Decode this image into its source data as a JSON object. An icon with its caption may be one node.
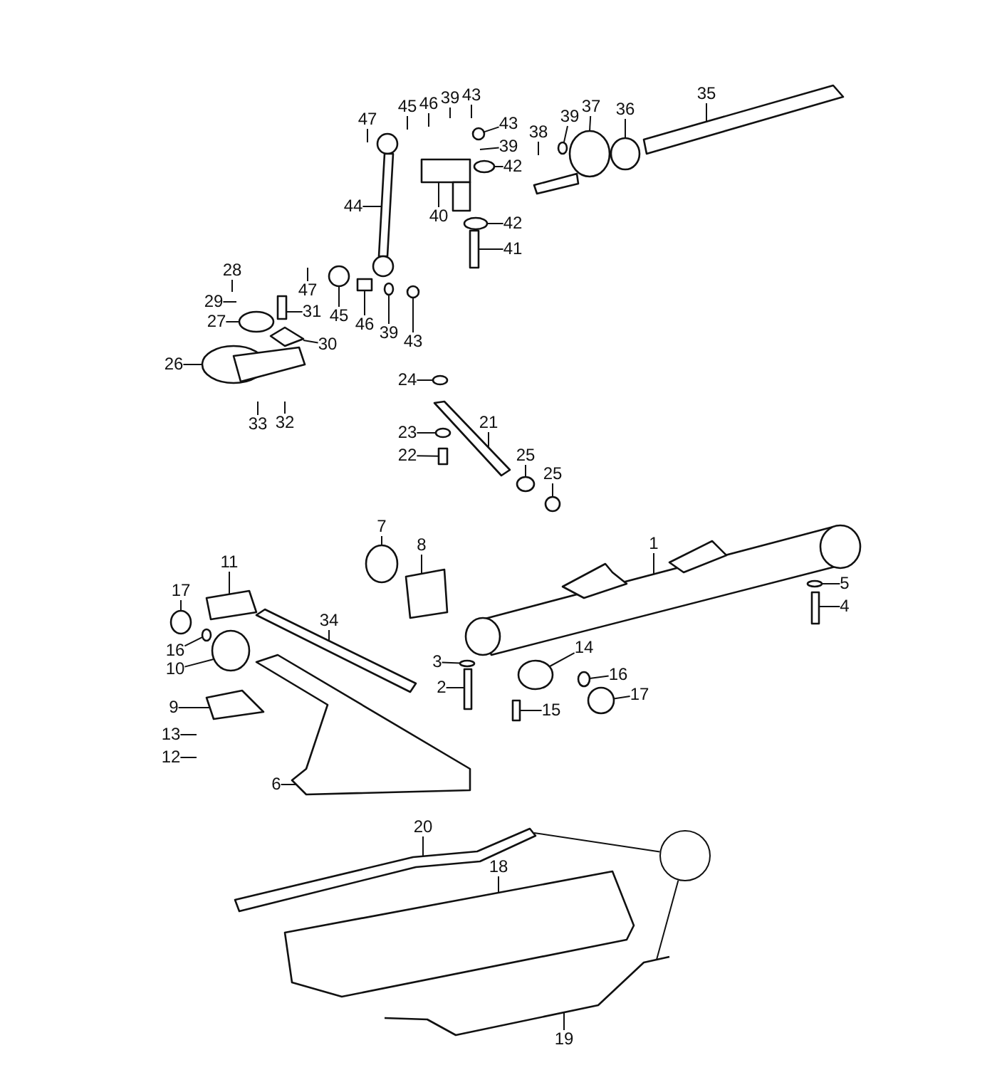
{
  "diagram": {
    "nodes": [
      {
        "text": [
          "47"
        ]
      },
      {
        "text": [
          "45"
        ]
      },
      {
        "text": [
          "46"
        ]
      },
      {
        "text": [
          "39"
        ]
      },
      {
        "text": [
          "43"
        ]
      },
      {
        "text": [
          "43"
        ]
      },
      {
        "text": [
          "39"
        ]
      },
      {
        "text": [
          "42"
        ]
      },
      {
        "text": [
          "40"
        ]
      },
      {
        "text": [
          "42"
        ]
      },
      {
        "text": [
          "41"
        ]
      },
      {
        "text": [
          "38"
        ]
      },
      {
        "text": [
          "39"
        ]
      },
      {
        "text": [
          "37"
        ]
      },
      {
        "text": [
          "36"
        ]
      },
      {
        "text": [
          "35"
        ]
      },
      {
        "text": [
          "44"
        ]
      },
      {
        "text": [
          "47"
        ]
      },
      {
        "text": [
          "45"
        ]
      },
      {
        "text": [
          "46"
        ]
      },
      {
        "text": [
          "39"
        ]
      },
      {
        "text": [
          "43"
        ]
      },
      {
        "text": [
          "28"
        ]
      },
      {
        "text": [
          "29"
        ]
      },
      {
        "text": [
          "27"
        ]
      },
      {
        "text": [
          "31"
        ]
      },
      {
        "text": [
          "30"
        ]
      },
      {
        "text": [
          "26"
        ]
      },
      {
        "text": [
          "33"
        ]
      },
      {
        "text": [
          "32"
        ]
      },
      {
        "text": [
          "24"
        ]
      },
      {
        "text": [
          "23"
        ]
      },
      {
        "text": [
          "22"
        ]
      },
      {
        "text": [
          "21"
        ]
      },
      {
        "text": [
          "25"
        ]
      },
      {
        "text": [
          "25"
        ]
      },
      {
        "text": [
          "7"
        ]
      },
      {
        "text": [
          "8"
        ]
      },
      {
        "text": [
          "1"
        ]
      },
      {
        "text": [
          "5"
        ]
      },
      {
        "text": [
          "4"
        ]
      },
      {
        "text": [
          "11"
        ]
      },
      {
        "text": [
          "17"
        ]
      },
      {
        "text": [
          "34"
        ]
      },
      {
        "text": [
          "16"
        ]
      },
      {
        "text": [
          "10"
        ]
      },
      {
        "text": [
          "14"
        ]
      },
      {
        "text": [
          "16"
        ]
      },
      {
        "text": [
          "17"
        ]
      },
      {
        "text": [
          "3"
        ]
      },
      {
        "text": [
          "2"
        ]
      },
      {
        "text": [
          "15"
        ]
      },
      {
        "text": [
          "9"
        ]
      },
      {
        "text": [
          "13"
        ]
      },
      {
        "text": [
          "12"
        ]
      },
      {
        "text": [
          "6"
        ]
      },
      {
        "text": [
          "20"
        ]
      },
      {
        "text": [
          "18"
        ]
      },
      {
        "text": [],
        "shape": "circle"
      },
      {
        "text": [
          "19"
        ]
      },
      {
        "text": [],
        "shape": "circle"
      },
      {
        "text": [],
        "shape": "circle"
      },
      {
        "text": [],
        "shape": "circle"
      },
      {
        "text": [],
        "shape": "circle"
      },
      {
        "text": [],
        "shape": "circle"
      },
      {
        "text": [],
        "shape": "circle"
      },
      {
        "text": [],
        "shape": "circle"
      },
      {
        "text": [],
        "shape": "circle"
      },
      {
        "text": [],
        "shape": "circle"
      },
      {
        "text": [],
        "shape": "circle"
      },
      {
        "text": [],
        "shape": "circle"
      },
      {
        "text": [],
        "shape": "box"
      },
      {
        "text": [],
        "shape": "circle"
      },
      {
        "text": [],
        "shape": "circle"
      },
      {
        "text": [],
        "shape": "circle"
      },
      {
        "text": [],
        "shape": "circle"
      },
      {
        "text": [],
        "shape": "bar"
      },
      {
        "text": [],
        "shape": "bar"
      },
      {
        "text": [],
        "shape": "box"
      },
      {
        "text": [],
        "shape": "circle"
      },
      {
        "text": [],
        "shape": "bar"
      },
      {
        "text": [],
        "shape": "picture"
      },
      {
        "text": [],
        "shape": "box"
      },
      {
        "text": [],
        "shape": "bar"
      },
      {
        "text": [],
        "shape": "bar"
      },
      {
        "text": [],
        "shape": "circle"
      },
      {
        "text": [],
        "shape": "circle"
      },
      {
        "text": [],
        "shape": "bar"
      },
      {
        "text": [],
        "shape": "picture"
      },
      {
        "text": [],
        "shape": "circle"
      },
      {
        "text": [],
        "shape": "box"
      },
      {
        "text": [],
        "shape": "bar"
      },
      {
        "text": [],
        "shape": "picture"
      },
      {
        "text": [],
        "shape": "circle"
      },
      {
        "text": [],
        "shape": "box"
      },
      {
        "text": [],
        "shape": "box"
      },
      {
        "text": [],
        "shape": "circle"
      },
      {
        "text": [],
        "shape": "bar"
      },
      {
        "text": [],
        "shape": "circle"
      },
      {
        "text": [],
        "shape": "bar"
      },
      {
        "text": [],
        "shape": "bar"
      },
      {
        "text": [],
        "shape": "circle"
      },
      {
        "text": [],
        "shape": "bar"
      },
      {
        "text": [],
        "shape": "picture"
      },
      {
        "text": [],
        "shape": "bar"
      }
    ],
    "edges": [
      {
        "from": 0,
        "to": null,
        "arrow": "none"
      },
      {
        "from": 1,
        "to": null,
        "arrow": "none"
      },
      {
        "from": 2,
        "to": null,
        "arrow": "none"
      },
      {
        "from": 3,
        "to": null,
        "arrow": "none"
      },
      {
        "from": 4,
        "to": null,
        "arrow": "none"
      },
      {
        "from": 5,
        "to": 74,
        "arrow": "none"
      },
      {
        "from": 6,
        "to": null,
        "arrow": "none"
      },
      {
        "from": 7,
        "to": 60,
        "arrow": "none"
      },
      {
        "from": 8,
        "to": 78,
        "arrow": "none"
      },
      {
        "from": 9,
        "to": 61,
        "arrow": "none"
      },
      {
        "from": 10,
        "to": 80,
        "arrow": "none"
      },
      {
        "from": 11,
        "to": null,
        "arrow": "none"
      },
      {
        "from": 12,
        "to": 75,
        "arrow": "none"
      },
      {
        "from": 13,
        "to": 79,
        "arrow": "none"
      },
      {
        "from": 14,
        "to": 62,
        "arrow": "none"
      },
      {
        "from": 15,
        "to": 76,
        "arrow": "none"
      },
      {
        "from": 16,
        "to": 77,
        "arrow": "none"
      },
      {
        "from": 17,
        "to": null,
        "arrow": "none"
      },
      {
        "from": 18,
        "to": 70,
        "arrow": "none"
      },
      {
        "from": 19,
        "to": 71,
        "arrow": "none"
      },
      {
        "from": 20,
        "to": 72,
        "arrow": "none"
      },
      {
        "from": 21,
        "to": 73,
        "arrow": "none"
      },
      {
        "from": 22,
        "to": null,
        "arrow": "none"
      },
      {
        "from": 23,
        "to": null,
        "arrow": "none"
      },
      {
        "from": 24,
        "to": 63,
        "arrow": "none"
      },
      {
        "from": 25,
        "to": 83,
        "arrow": "none"
      },
      {
        "from": 26,
        "to": 82,
        "arrow": "none"
      },
      {
        "from": 27,
        "to": 81,
        "arrow": "none"
      },
      {
        "from": 28,
        "to": null,
        "arrow": "none"
      },
      {
        "from": 29,
        "to": null,
        "arrow": "none"
      },
      {
        "from": 30,
        "to": 85,
        "arrow": "none"
      },
      {
        "from": 31,
        "to": 86,
        "arrow": "none"
      },
      {
        "from": 32,
        "to": 87,
        "arrow": "none"
      },
      {
        "from": 33,
        "to": 84,
        "arrow": "none"
      },
      {
        "from": 34,
        "to": 64,
        "arrow": "none"
      },
      {
        "from": 35,
        "to": 65,
        "arrow": "none"
      },
      {
        "from": 36,
        "to": 89,
        "arrow": "none"
      },
      {
        "from": 37,
        "to": 90,
        "arrow": "none"
      },
      {
        "from": 38,
        "to": 88,
        "arrow": "none"
      },
      {
        "from": 39,
        "to": 101,
        "arrow": "none"
      },
      {
        "from": 40,
        "to": 100,
        "arrow": "none"
      },
      {
        "from": 41,
        "to": 94,
        "arrow": "none"
      },
      {
        "from": 42,
        "to": 66,
        "arrow": "none"
      },
      {
        "from": 43,
        "to": 91,
        "arrow": "none"
      },
      {
        "from": 44,
        "to": 67,
        "arrow": "none"
      },
      {
        "from": 45,
        "to": 93,
        "arrow": "none"
      },
      {
        "from": 46,
        "to": 96,
        "arrow": "none"
      },
      {
        "from": 47,
        "to": 68,
        "arrow": "none"
      },
      {
        "from": 48,
        "to": 69,
        "arrow": "none"
      },
      {
        "from": 49,
        "to": 98,
        "arrow": "none"
      },
      {
        "from": 50,
        "to": 97,
        "arrow": "none"
      },
      {
        "from": 51,
        "to": 99,
        "arrow": "none"
      },
      {
        "from": 52,
        "to": 95,
        "arrow": "none"
      },
      {
        "from": 53,
        "to": null,
        "arrow": "none"
      },
      {
        "from": 54,
        "to": null,
        "arrow": "none"
      },
      {
        "from": 55,
        "to": 92,
        "arrow": "none"
      },
      {
        "from": 56,
        "to": 102,
        "arrow": "none"
      },
      {
        "from": 57,
        "to": 103,
        "arrow": "none"
      },
      {
        "from": 58,
        "to": 102,
        "arrow": "none"
      },
      {
        "from": 58,
        "to": 104,
        "arrow": "none"
      },
      {
        "from": 59,
        "to": 104,
        "arrow": "none"
      }
    ]
  }
}
